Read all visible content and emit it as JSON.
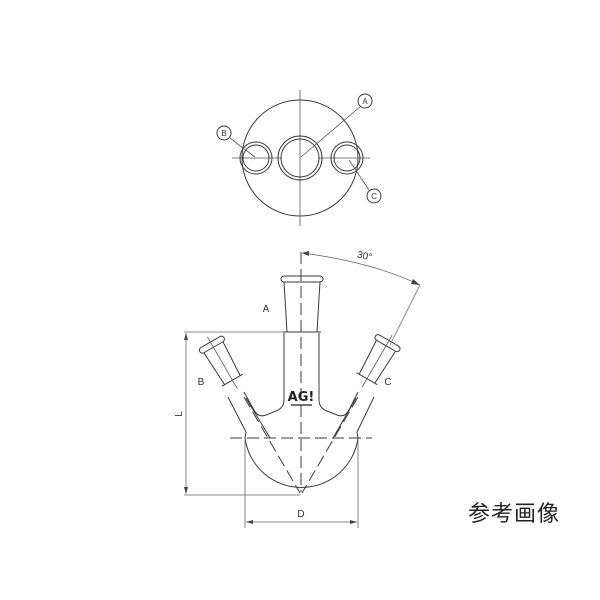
{
  "top_view": {
    "labels": {
      "a": "A",
      "b": "B",
      "c": "C"
    }
  },
  "side_view": {
    "neck_labels": {
      "a": "A",
      "b": "B",
      "c": "C"
    },
    "angle_label": "30°",
    "dimension_height": "L",
    "dimension_diameter": "D",
    "logo": "AG!"
  },
  "caption": "参考画像",
  "colors": {
    "line": "#3a3a3a",
    "background": "#ffffff"
  }
}
